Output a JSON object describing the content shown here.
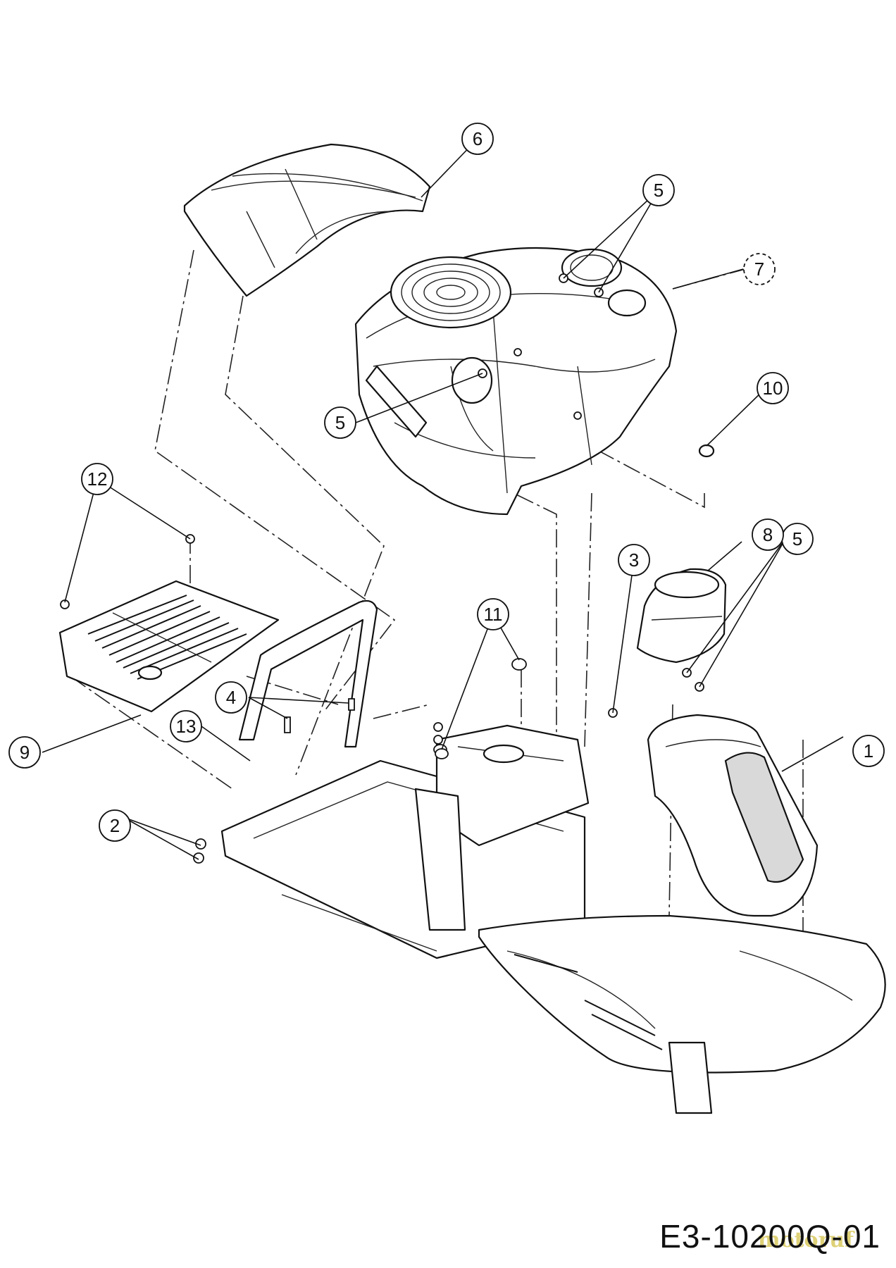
{
  "callouts": [
    {
      "id": "c1",
      "label": "1"
    },
    {
      "id": "c2",
      "label": "2"
    },
    {
      "id": "c3",
      "label": "3"
    },
    {
      "id": "c4",
      "label": "4"
    },
    {
      "id": "c5a",
      "label": "5"
    },
    {
      "id": "c5b",
      "label": "5"
    },
    {
      "id": "c5c",
      "label": "5"
    },
    {
      "id": "c6",
      "label": "6"
    },
    {
      "id": "c7",
      "label": "7"
    },
    {
      "id": "c8",
      "label": "8"
    },
    {
      "id": "c9",
      "label": "9"
    },
    {
      "id": "c10",
      "label": "10"
    },
    {
      "id": "c11",
      "label": "11"
    },
    {
      "id": "c12",
      "label": "12"
    },
    {
      "id": "c13",
      "label": "13"
    }
  ],
  "drawing_code": "E3-10200Q-01",
  "watermark": "motoruf"
}
